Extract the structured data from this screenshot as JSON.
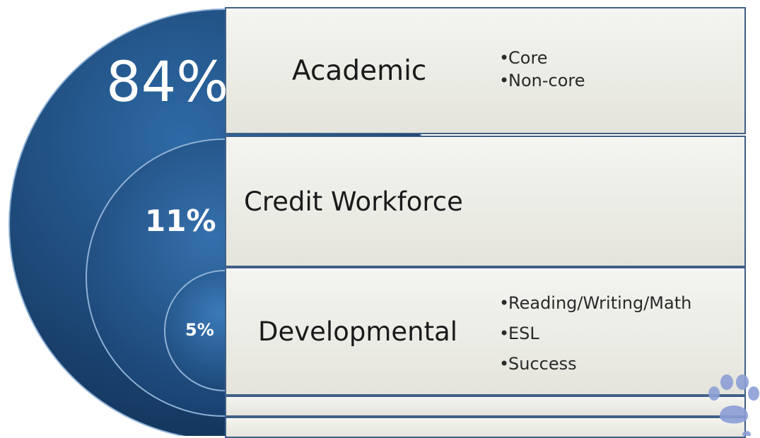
{
  "levels": [
    {
      "percent_label": "84%",
      "percent": 84,
      "category": "Academic",
      "bullets": [
        "Core",
        "Non-core"
      ]
    },
    {
      "percent_label": "11%",
      "percent": 11,
      "category": "Credit Workforce",
      "bullets": []
    },
    {
      "percent_label": "5%",
      "percent": 5,
      "category": "Developmental",
      "bullets": [
        "Reading/Writing/Math",
        "ESL",
        "Success"
      ]
    }
  ],
  "colors": {
    "circle_dark": "#1d4270",
    "circle_mid": "#2b5d92",
    "circle_light": "#4a7fb6",
    "row_border": "#3f5f86",
    "row_fill": "#ecece6",
    "paw": "#8c9ed6"
  },
  "decorations": {
    "corner_icon": "paw-print-icon"
  }
}
